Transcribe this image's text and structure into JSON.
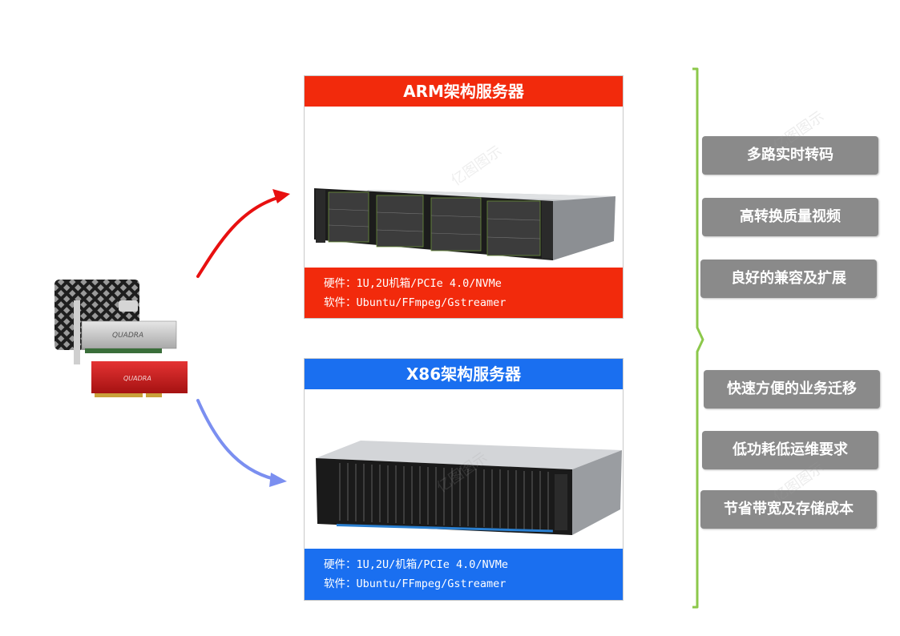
{
  "arm_panel": {
    "title": "ARM架构服务器",
    "hardware": "硬件：1U,2U机箱/PCIe 4.0/NVMe",
    "software": "软件：Ubuntu/FFmpeg/Gstreamer"
  },
  "x86_panel": {
    "title": "X86架构服务器",
    "hardware": "硬件：1U,2U/机箱/PCIe 4.0/NVMe",
    "software": "软件：Ubuntu/FFmpeg/Gstreamer"
  },
  "card_brand": "QUADRA",
  "features": [
    "多路实时转码",
    "高转换质量视频",
    "良好的兼容及扩展",
    "快速方便的业务迁移",
    "低功耗低运维要求",
    "节省带宽及存储成本"
  ],
  "watermark": "亿图图示",
  "colors": {
    "arm_red": "#f22a0c",
    "x86_blue": "#1a6ff0",
    "arrow_red": "#e81010",
    "arrow_blue": "#7b8ff0",
    "brace_green": "#8cc84b",
    "feature_gray": "#8a8a8a"
  }
}
